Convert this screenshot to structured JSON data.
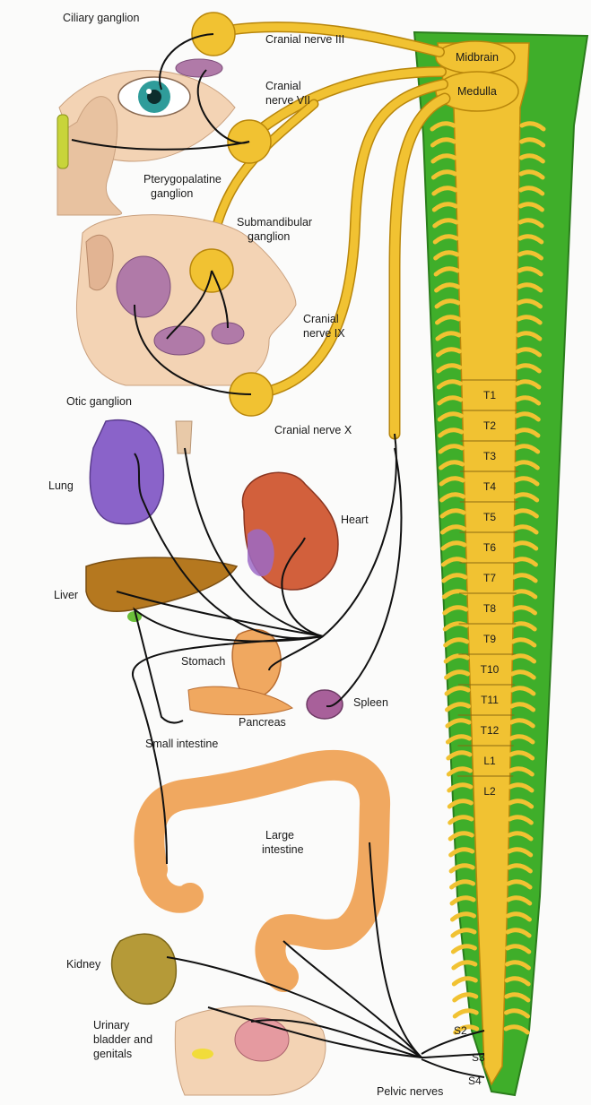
{
  "labels": {
    "ciliary_ganglion": "Ciliary ganglion",
    "cranial_nerve_iii": "Cranial nerve III",
    "cranial_nerve_vii_1": "Cranial",
    "cranial_nerve_vii_2": "nerve VII",
    "pterygopalatine_1": "Pterygopalatine",
    "pterygopalatine_2": "ganglion",
    "submandibular_1": "Submandibular",
    "submandibular_2": "ganglion",
    "cranial_nerve_ix_1": "Cranial",
    "cranial_nerve_ix_2": "nerve IX",
    "otic_ganglion": "Otic ganglion",
    "cranial_nerve_x": "Cranial nerve X",
    "lung": "Lung",
    "heart": "Heart",
    "liver": "Liver",
    "stomach": "Stomach",
    "spleen": "Spleen",
    "pancreas": "Pancreas",
    "small_intestine": "Small intestine",
    "large_intestine_1": "Large",
    "large_intestine_2": "intestine",
    "kidney": "Kidney",
    "urinary_1": "Urinary",
    "urinary_2": "bladder and",
    "urinary_3": "genitals",
    "pelvic_nerves": "Pelvic nerves",
    "midbrain": "Midbrain",
    "medulla": "Medulla"
  },
  "spinal_segments": [
    "T1",
    "T2",
    "T3",
    "T4",
    "T5",
    "T6",
    "T7",
    "T8",
    "T9",
    "T10",
    "T11",
    "T12",
    "L1",
    "L2"
  ],
  "sacral_segments": [
    "S2",
    "S3",
    "S4"
  ],
  "colors": {
    "nerve_yellow": "#f1c232",
    "nerve_outline": "#b8860b",
    "spinal_green": "#3fae2a",
    "fiber_black": "#111111",
    "lung_purple": "#8a63c9",
    "liver_brown": "#b5781f",
    "heart_red": "#d2603c",
    "intestine_orange": "#f0a860",
    "kidney_olive": "#b59a38",
    "skin_tone": "#f3d3b4"
  },
  "icons": [
    "eye-icon",
    "lacrimal-gland-icon",
    "face-icon",
    "salivary-gland-icon",
    "ganglion-icon"
  ]
}
